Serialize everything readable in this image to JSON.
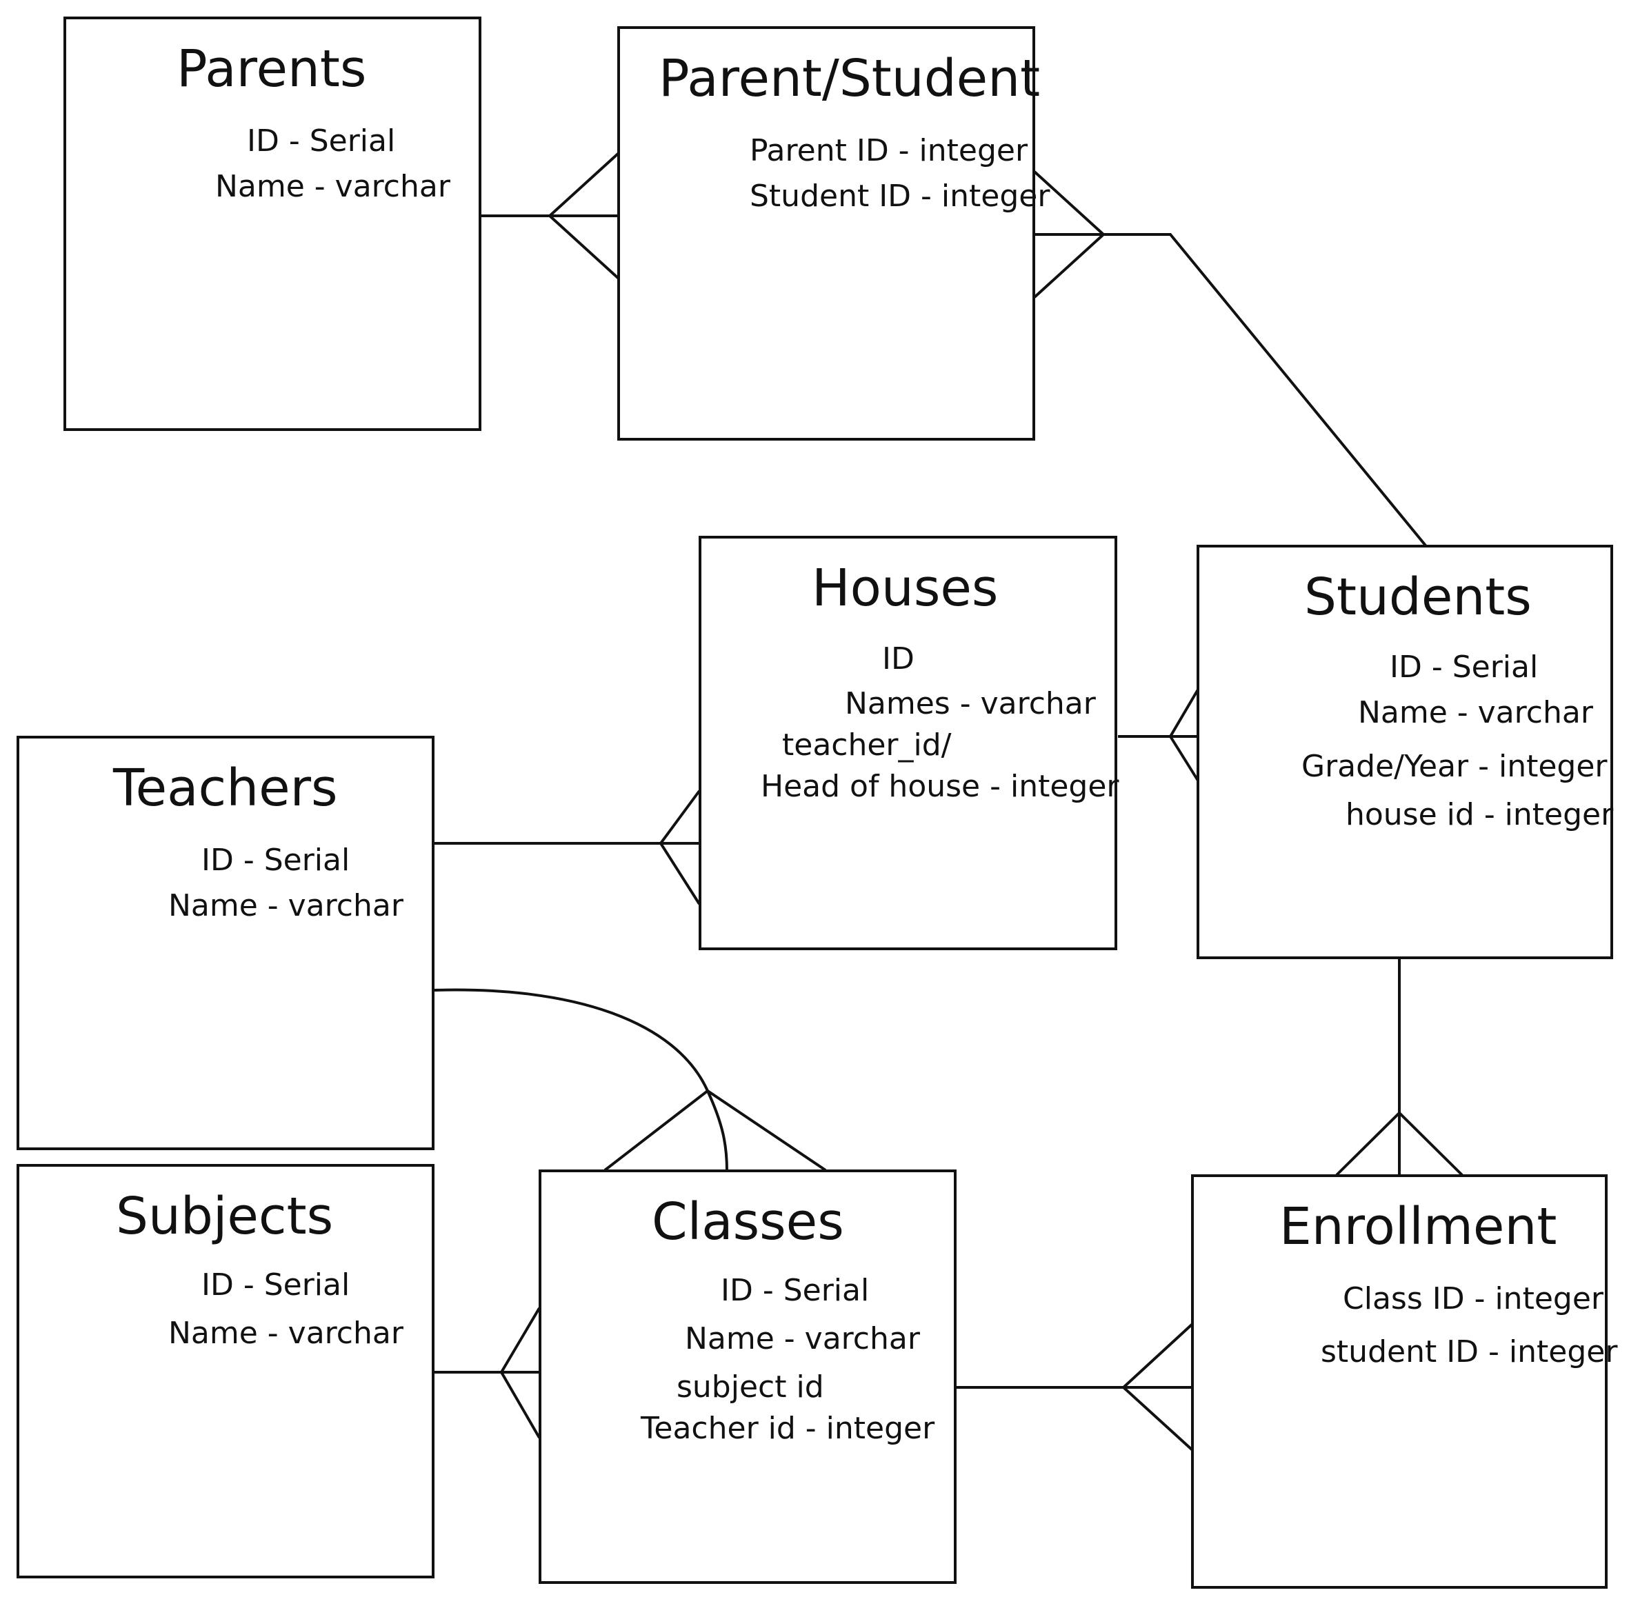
{
  "entities": {
    "parents": {
      "title": "Parents",
      "fields": [
        "ID - Serial",
        "Name - varchar"
      ]
    },
    "parent_student": {
      "title": "Parent/Student",
      "fields": [
        "Parent ID  - integer",
        "Student ID - integer"
      ]
    },
    "houses": {
      "title": "Houses",
      "fields": [
        "ID",
        "Names  - varchar",
        "teacher_id/",
        "Head of house - integer"
      ]
    },
    "students": {
      "title": "Students",
      "fields": [
        "ID  - Serial",
        "Name - varchar",
        "Grade/Year - integer",
        "house id - integer"
      ]
    },
    "teachers": {
      "title": "Teachers",
      "fields": [
        "ID - Serial",
        "Name - varchar"
      ]
    },
    "subjects": {
      "title": "Subjects",
      "fields": [
        "ID - Serial",
        "Name - varchar"
      ]
    },
    "classes": {
      "title": "Classes",
      "fields": [
        "ID  - Serial",
        "Name - varchar",
        "subject id",
        "Teacher id - integer"
      ]
    },
    "enrollment": {
      "title": "Enrollment",
      "fields": [
        "Class ID  - integer",
        "student ID  - integer"
      ]
    }
  },
  "relationships": [
    {
      "from": "Parents",
      "to": "Parent/Student",
      "from_cardinality": "one",
      "to_cardinality": "many"
    },
    {
      "from": "Students",
      "to": "Parent/Student",
      "from_cardinality": "one",
      "to_cardinality": "many"
    },
    {
      "from": "Teachers",
      "to": "Houses",
      "from_cardinality": "one",
      "to_cardinality": "many"
    },
    {
      "from": "Houses",
      "to": "Students",
      "from_cardinality": "one",
      "to_cardinality": "many"
    },
    {
      "from": "Teachers",
      "to": "Classes",
      "from_cardinality": "one",
      "to_cardinality": "many"
    },
    {
      "from": "Subjects",
      "to": "Classes",
      "from_cardinality": "one",
      "to_cardinality": "many"
    },
    {
      "from": "Classes",
      "to": "Enrollment",
      "from_cardinality": "one",
      "to_cardinality": "many"
    },
    {
      "from": "Students",
      "to": "Enrollment",
      "from_cardinality": "one",
      "to_cardinality": "many"
    }
  ]
}
